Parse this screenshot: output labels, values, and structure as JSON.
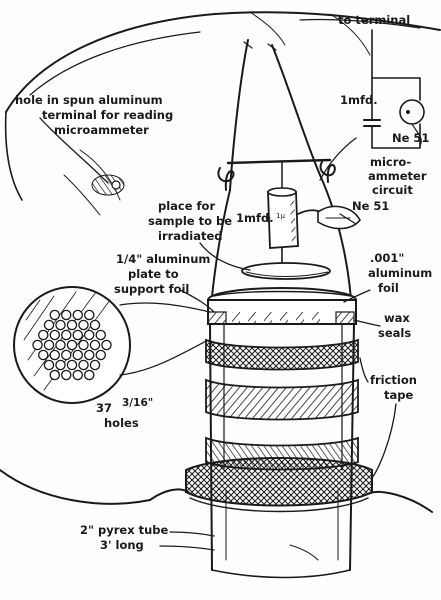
{
  "labels": {
    "hole_line1": "hole in spun aluminum",
    "hole_line2": "terminal for reading",
    "hole_line3": "microammeter",
    "to_terminal": "to terminal",
    "mfd_top": "1mfd.",
    "ne51_top": "Ne 51",
    "circuit_line1": "micro-",
    "circuit_line2": "ammeter",
    "circuit_line3": "circuit",
    "sample_line1": "place for",
    "sample_line2": "sample to be",
    "sample_line3": "irradiated",
    "mfd_mid": "1mfd.",
    "ne51_mid": "Ne 51",
    "plate_line1": "1/4\" aluminum",
    "plate_line2": "plate to",
    "plate_line3": "support foil",
    "foil_line1": ".001\"",
    "foil_line2": "aluminum",
    "foil_line3": "foil",
    "wax_line1": "wax",
    "wax_line2": "seals",
    "friction_line1": "friction",
    "friction_line2": "tape",
    "holes_line1": "37",
    "holes_size": "3/16\"",
    "holes_line2": "holes",
    "tube_line1": "2\" pyrex tube",
    "tube_line2": "3' long",
    "capacitor_marking": "1μ"
  },
  "colors": {
    "ink": "#1a1a1a",
    "paper": "#fefefe"
  }
}
